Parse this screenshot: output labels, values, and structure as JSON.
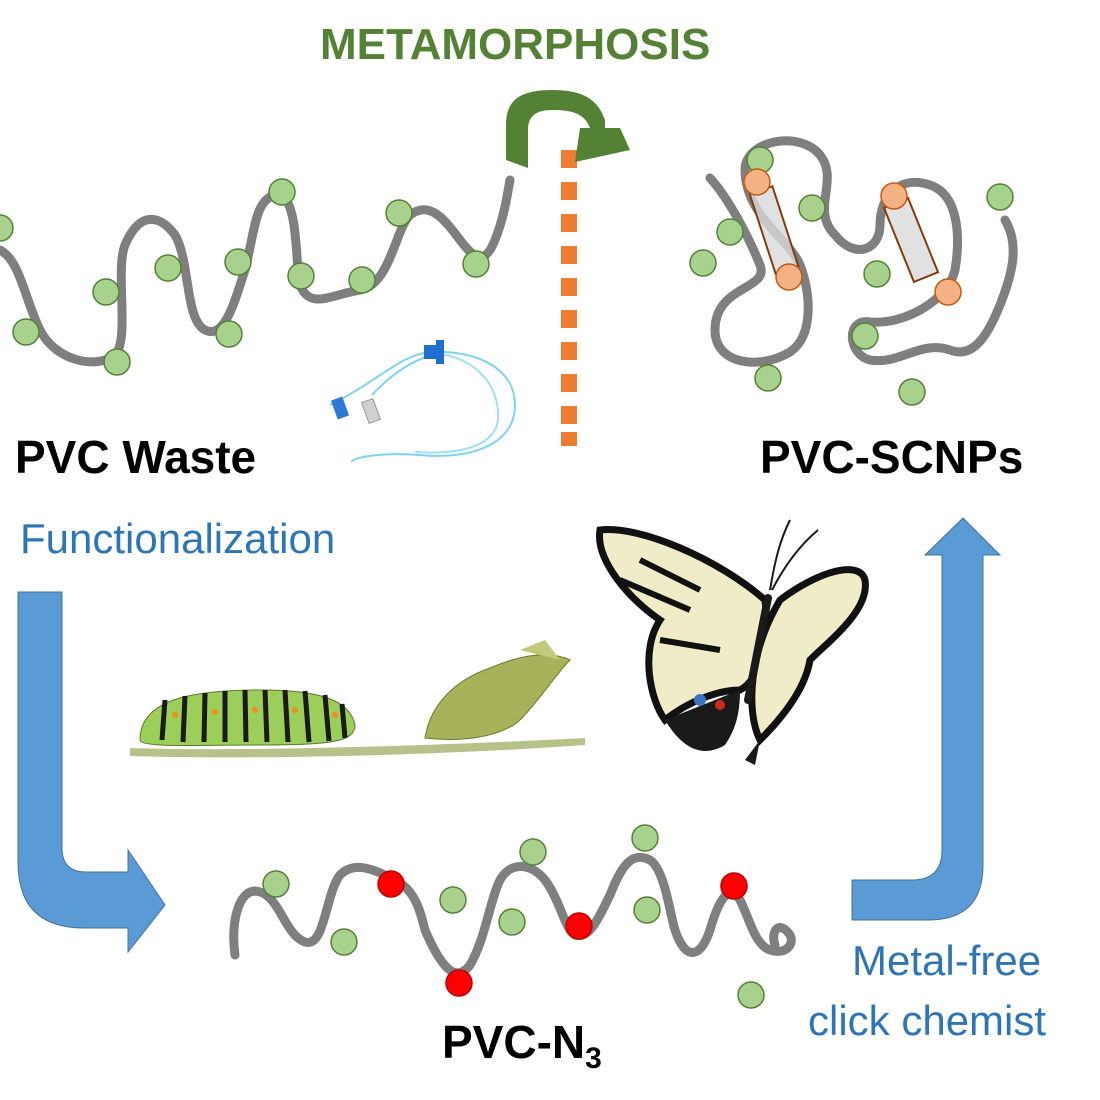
{
  "title": "METAMORPHOSIS",
  "labels": {
    "pvc_waste": "PVC Waste",
    "pvc_scnps": "PVC-SCNPs",
    "functionalization": "Functionalization",
    "pvc_n3_base": "PVC-N",
    "pvc_n3_sub": "3",
    "metal_free": "Metal-free",
    "click_chemistry": "click chemist"
  },
  "colors": {
    "chain": "#7f7f7f",
    "bead_green": "#a9d18e",
    "bead_green_edge": "#548235",
    "bead_red": "#ff0000",
    "bead_orange": "#f4b183",
    "crosslink": "#843c0c",
    "arrow_blue": "#5b9bd5",
    "arrow_green": "#548235",
    "dashes_orange": "#ed7d31",
    "text_blue": "#2e75b6",
    "title_green": "#548235"
  }
}
